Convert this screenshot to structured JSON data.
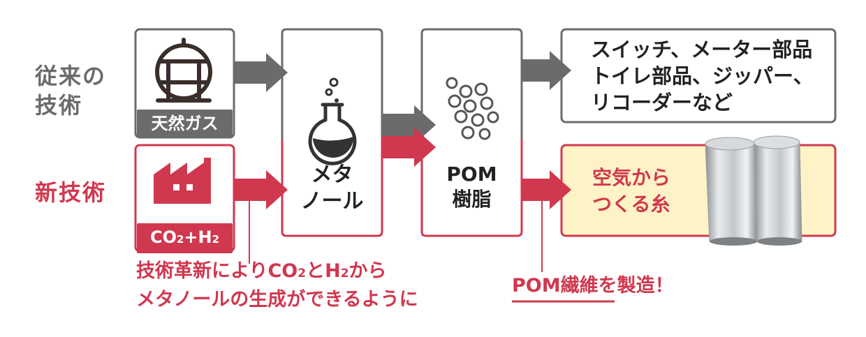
{
  "rows": {
    "conventional": [
      "従来の",
      "技術"
    ],
    "new": "新技術"
  },
  "sources": {
    "conventional": {
      "tag": "天然ガス",
      "icon": "gas-tank-icon"
    },
    "new": {
      "tag_text": "CO",
      "tag_sub1": "2",
      "tag_plus": "+H",
      "tag_sub2": "2",
      "icon": "factory-icon"
    }
  },
  "steps": {
    "methanol": [
      "メタ",
      "ノール"
    ],
    "methanol_icon": "flask-icon",
    "pom": [
      "POM",
      "樹脂"
    ],
    "pom_icon": "pellets-icon"
  },
  "outputs": {
    "conventional": [
      "スイッチ、メーター部品",
      "トイレ部品、ジッパー、",
      "リコーダーなど"
    ],
    "new": [
      "空気から",
      "つくる糸"
    ],
    "new_image": "fiber-spools-image"
  },
  "notes": {
    "left_line1_a": "技術革新によりCO",
    "left_line1_sub1": "2",
    "left_line1_b": "とH",
    "left_line1_sub2": "2",
    "left_line1_c": "から",
    "left_line2": "メタノールの生成ができるように",
    "right": "POM繊維を製造！"
  },
  "colors": {
    "gray": "#6b6b6b",
    "red": "#d0384f",
    "cream": "#fdf3c6",
    "text": "#222222"
  }
}
